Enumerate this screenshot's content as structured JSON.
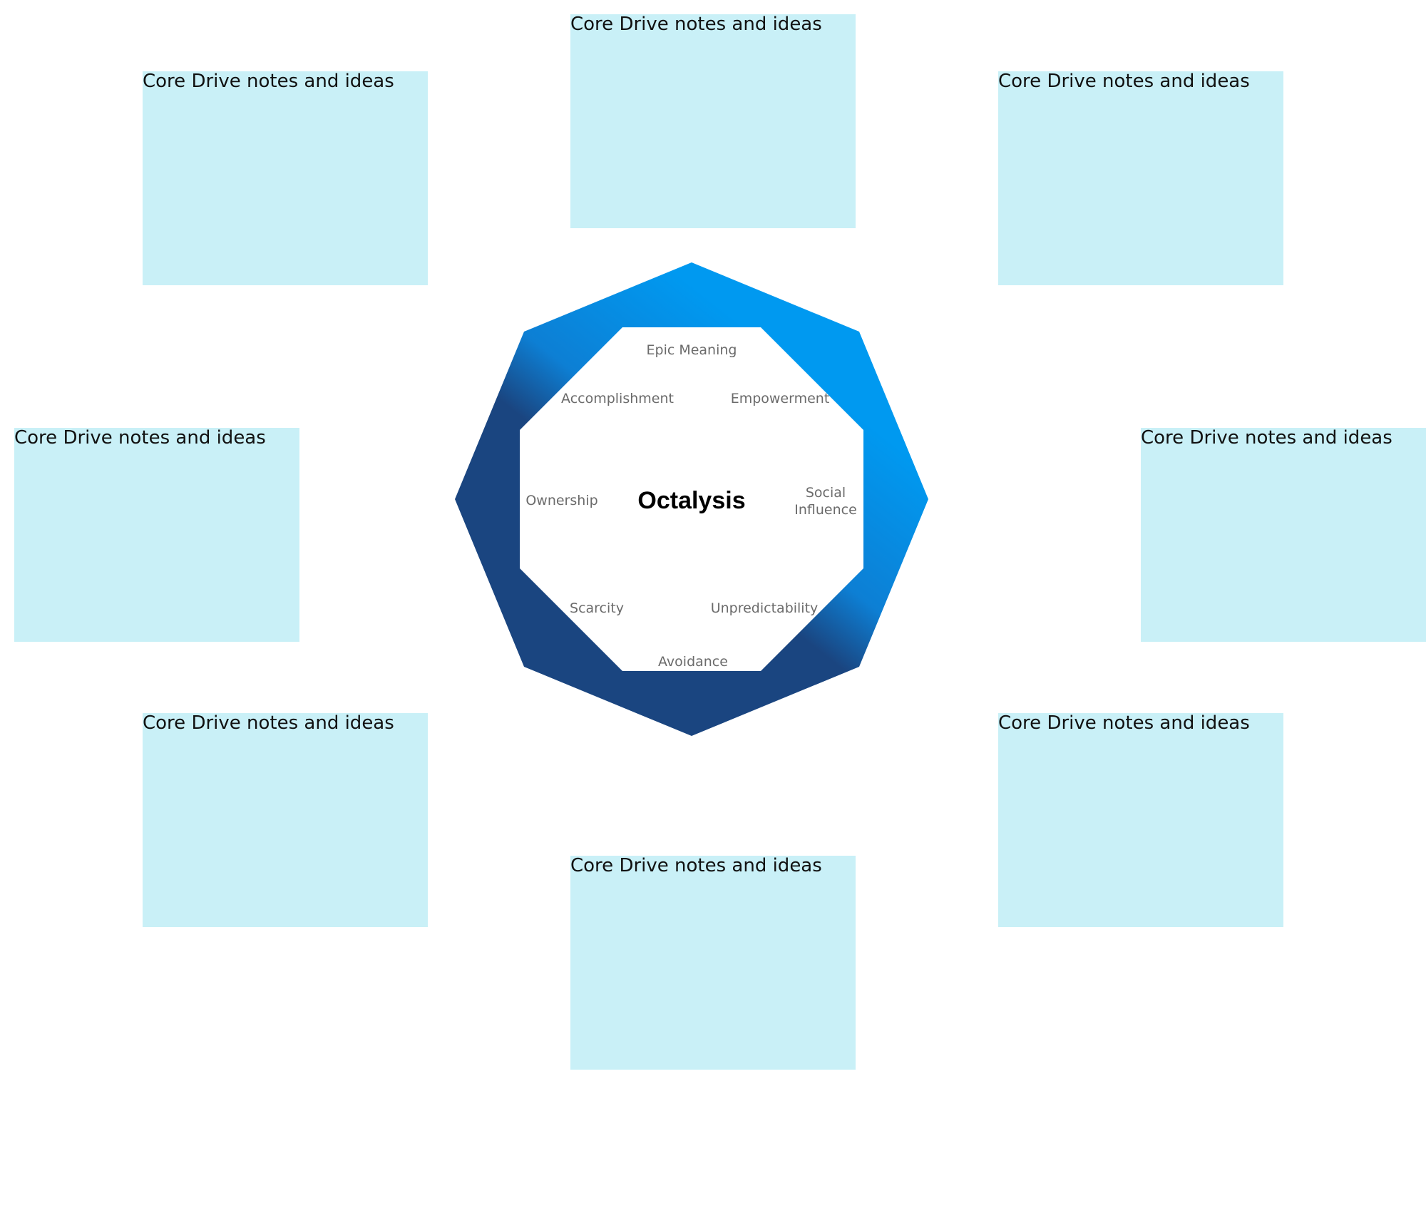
{
  "diagram": {
    "title": "Octalysis",
    "drives": [
      {
        "id": "epic-meaning",
        "label": "Epic Meaning"
      },
      {
        "id": "empowerment",
        "label": "Empowerment"
      },
      {
        "id": "social-influence",
        "label_line1": "Social",
        "label_line2": "Influence"
      },
      {
        "id": "unpredictability",
        "label": "Unpredictability"
      },
      {
        "id": "avoidance",
        "label": "Avoidance"
      },
      {
        "id": "scarcity",
        "label": "Scarcity"
      },
      {
        "id": "ownership",
        "label": "Ownership"
      },
      {
        "id": "accomplishment",
        "label": "Accomplishment"
      }
    ],
    "colors": {
      "gradient_light": "#0099f0",
      "gradient_dark": "#1a4580",
      "note_fill": "#c9f0f7",
      "inner_fill": "#ffffff"
    }
  },
  "notes": [
    {
      "position": "top",
      "text": "Core Drive notes and ideas"
    },
    {
      "position": "top-right",
      "text": "Core Drive notes and ideas"
    },
    {
      "position": "right",
      "text": "Core Drive notes and ideas"
    },
    {
      "position": "bottom-right",
      "text": "Core Drive notes and ideas"
    },
    {
      "position": "bottom",
      "text": "Core Drive notes and ideas"
    },
    {
      "position": "bottom-left",
      "text": "Core Drive notes and ideas"
    },
    {
      "position": "left",
      "text": "Core Drive notes and ideas"
    },
    {
      "position": "top-left",
      "text": "Core Drive notes and ideas"
    }
  ]
}
